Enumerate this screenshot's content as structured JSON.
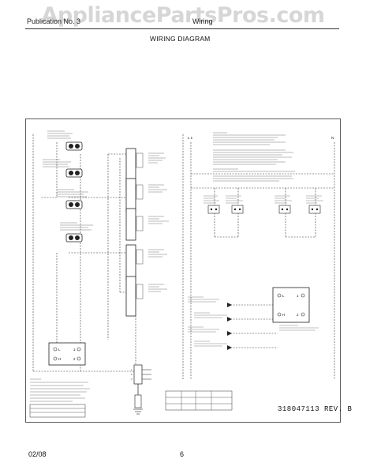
{
  "watermark": "AppliancePartsPros.com",
  "header": {
    "left_text": "Publication No. 3",
    "right_text": "Wiring",
    "title": "WIRING DIAGRAM"
  },
  "diagram": {
    "line_labels": {
      "l1": "L 1",
      "n": "N"
    },
    "switch_terminals": {
      "l": "L",
      "h": "H",
      "one": "1",
      "two": "2"
    },
    "connector_pins": [
      "1",
      "2",
      "3"
    ],
    "part_number": "318047113 REV. B"
  },
  "footer": {
    "date": "02/08",
    "page": "6"
  }
}
